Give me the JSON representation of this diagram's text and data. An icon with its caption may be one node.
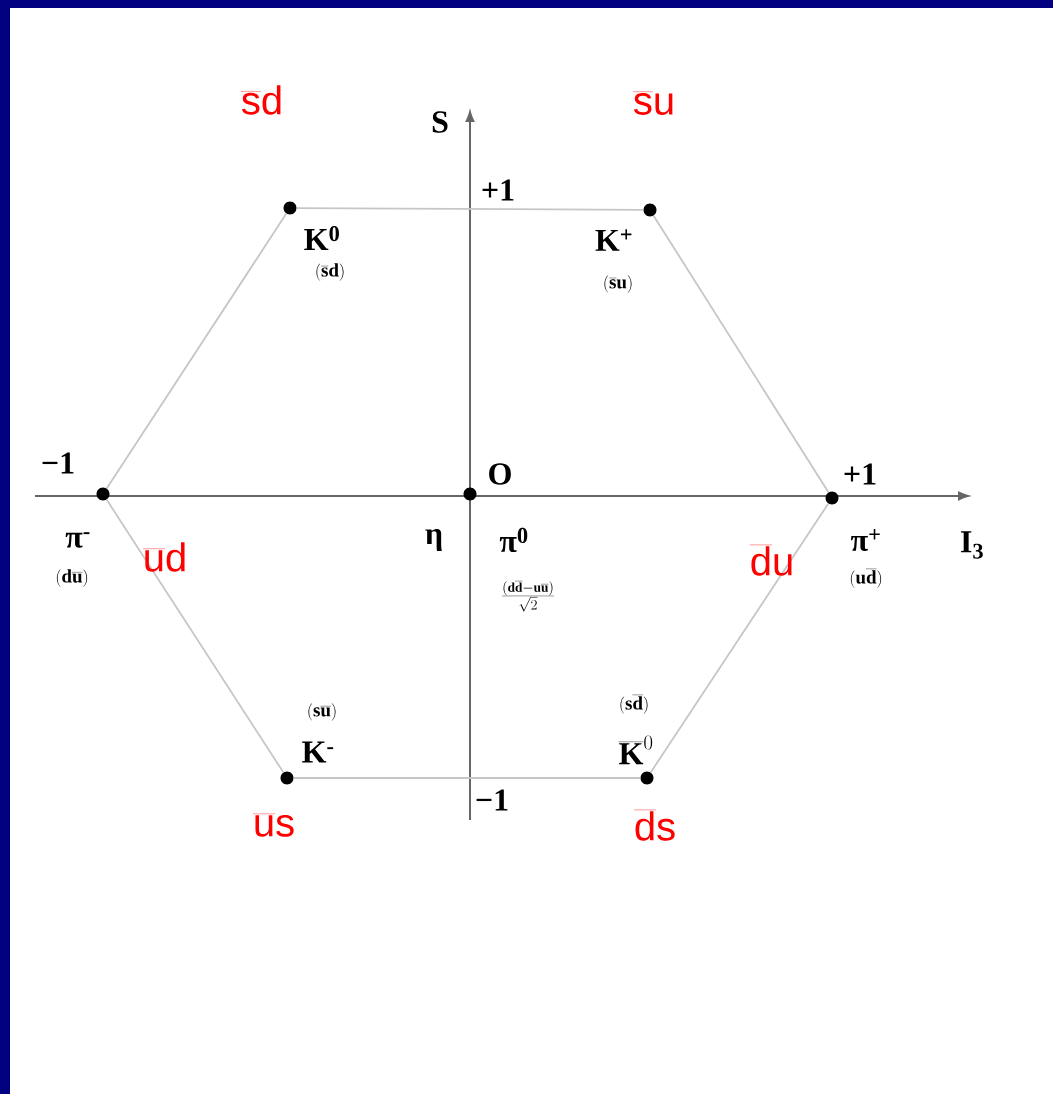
{
  "diagram": {
    "nodes": [
      {
        "text": [],
        "shape": "circle",
        "beside": [
          "K$^{0}$",
          "(\\overline{\\mathbf{s}}\\mathbf{d})"
        ]
      },
      {
        "text": [],
        "shape": "circle",
        "beside": [
          "K$^{+}$",
          "(\\overline{\\mathbf{s}}\\mathbf{u})"
        ]
      },
      {
        "text": [],
        "shape": "circle",
        "beside": [
          "π$^{-}$",
          "(\\mathbf{d}\\overline{\\mathbf{u}})"
        ]
      },
      {
        "text": [],
        "shape": "circle",
        "beside": [
          "η",
          "π$^{0}$",
          "\\frac{(\\mathbf{d}\\overline{\\mathbf{d}}-\\mathbf{u}\\overline{\\mathbf{u}})}{\\sqrt{2}}"
        ]
      },
      {
        "text": [],
        "shape": "circle",
        "beside": [
          "π$^{+}$",
          "(\\mathbf{u}\\overline{\\mathbf{d}})"
        ]
      },
      {
        "text": [],
        "shape": "circle",
        "beside": [
          "(\\mathbf{s}\\overline{\\mathbf{u}})",
          "K$^{-}$"
        ]
      },
      {
        "text": [],
        "shape": "circle",
        "beside": [
          "(\\mathbf{s}\\overline{\\mathbf{d}})",
          "\\overline{\\mathbf{K}}^{0}"
        ]
      }
    ],
    "edges": [
      {
        "from": 0,
        "to": 1,
        "arrow": "none"
      },
      {
        "from": 1,
        "to": 4,
        "arrow": "none"
      },
      {
        "from": 4,
        "to": 6,
        "arrow": "none"
      },
      {
        "from": 6,
        "to": 5,
        "arrow": "none"
      },
      {
        "from": 5,
        "to": 2,
        "arrow": "none"
      },
      {
        "from": 2,
        "to": 0,
        "arrow": "none"
      }
    ],
    "labels": [
      "\\overline{\\mathsf{s}}\\mathsf{d}",
      "S",
      "\\overline{\\mathsf{s}}\\mathsf{u}",
      "+1",
      "−1",
      "O",
      "+1",
      "\\overline{\\mathsf{u}}\\mathsf{d}",
      "\\overline{\\mathsf{d}}\\mathsf{u}",
      "I$_{3}$",
      "−1",
      "\\overline{\\mathsf{u}}\\mathsf{s}",
      "\\overline{\\mathsf{d}}\\mathsf{s}"
    ]
  }
}
